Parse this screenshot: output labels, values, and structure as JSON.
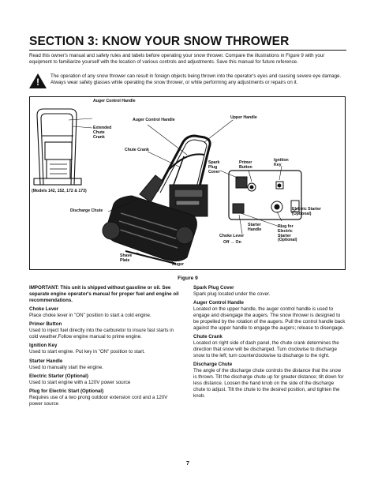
{
  "section_title": "SECTION 3:  KNOW YOUR SNOW THROWER",
  "intro": "Read this owner's manual and safety rules and labels before operating your snow thrower. Compare the illustrations in Figure 9 with your equipment to familiarize yourself with the location of various controls and adjustments. Save this manual for future reference.",
  "warning": "The operation of any snow thrower can result in foreign objects being thrown into the operator's eyes and causing severe eye damage. Always wear safety glasses while operating the snow thrower, or while performing any adjustments or repairs on it.",
  "warning_mark": "!",
  "figure": {
    "label_auger_control_handle_small": "Auger Control Handle",
    "label_extended_chute_crank": "Extended Chute Crank",
    "label_models": "(Models 142, 152, 172 & 173)",
    "label_auger_control_handle": "Auger Control Handle",
    "label_upper_handle": "Upper Handle",
    "label_chute_crank": "Chute Crank",
    "label_spark_plug_cover": "Spark Plug Cover",
    "label_primer_button": "Primer Button",
    "label_ignition_key": "Ignition Key",
    "label_discharge_chute": "Discharge Chute",
    "label_electric_starter": "Electric Starter (Optional)",
    "label_starter_handle": "Starter Handle",
    "label_plug_electric_starter": "Plug for Electric Starter (Optional)",
    "label_choke_lever": "Choke Lever",
    "label_choke_positions": "Off → On",
    "label_shave_plate": "Shave Plate",
    "label_auger": "Auger"
  },
  "caption": "Figure 9",
  "left_column": [
    {
      "heading": "",
      "text": "IMPORTANT: This unit is shipped without gasoline or oil. See separate engine operator's manual for proper fuel and engine oil recommendations."
    },
    {
      "heading": "Choke Lever",
      "text": "Place choke lever in \"ON\" position to start a cold engine."
    },
    {
      "heading": "Primer Button",
      "text": "Used to inject fuel directly into the carburetor to insure fast starts in cold weather.Follow engine manual to prime engine."
    },
    {
      "heading": "Ignition Key",
      "text": "Used to start engine. Put key in \"ON\" position to start."
    },
    {
      "heading": "Starter Handle",
      "text": "Used to manually start the engine."
    },
    {
      "heading": "Electric Starter (Optional)",
      "text": "Used to start engine with a 120V power source"
    },
    {
      "heading": "Plug for Electric Start (Optional)",
      "text": "Requires use of a two prong outdoor extension cord and a 120V power source"
    }
  ],
  "right_column": [
    {
      "heading": "Spark Plug Cover",
      "text": "Spark plug located under the cover."
    },
    {
      "heading": "Auger Control Handle",
      "text": "Located on the upper handle, the auger control handle is used to engage and disengage the augers. The snow thrower is designed to be propelled by the rotation of the augers. Pull the control handle back against the upper handle to engage the augers; release to disengage."
    },
    {
      "heading": "Chute Crank",
      "text": "Located on right side of dash panel, the chute crank determines the direction that snow will be discharged. Turn clockwise to discharge snow to the left; turn counterclockwise to discharge to the right."
    },
    {
      "heading": "Discharge Chute",
      "text": "The angle of the discharge chute controls the distance that the snow is thrown. Tilt the discharge chute up for greater distance; tilt down for less distance. Loosen the hand knob on the side of the discharge chute to adjust. Tilt the chute to the desired position, and tighten the knob."
    }
  ],
  "page_number": "7"
}
